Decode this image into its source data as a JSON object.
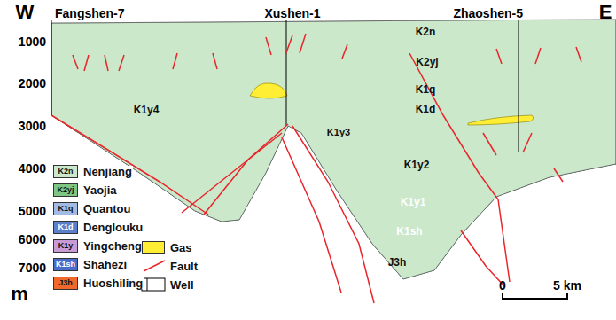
{
  "diagram": {
    "labels": [
      "W",
      "Fangshen-7",
      "Xushen-1",
      "Zhaoshen-5",
      "E",
      "1000",
      "2000",
      "3000",
      "4000",
      "5000",
      "6000",
      "7000",
      "m",
      "K2n",
      "K2yj",
      "K1q",
      "K1d",
      "K1y4",
      "K1y3",
      "K1y2",
      "K1y1",
      "K1sh",
      "J3h",
      "K2n",
      "K2yj",
      "K1q",
      "K1d",
      "K1y",
      "K1sh",
      "J3h",
      "0",
      "5 km"
    ],
    "legend": [
      {
        "text": "Nenjiang",
        "color": "#cbe8cb"
      },
      {
        "text": "Yaojia",
        "color": "#7ec683"
      },
      {
        "text": "Quantou",
        "color": "#a2bbe4"
      },
      {
        "text": "Denglouku",
        "color": "#5a7fcc"
      },
      {
        "text": "Yingcheng",
        "color": "#c99bd6"
      },
      {
        "text": "Shahezi",
        "color": "#4a6ccb"
      },
      {
        "text": "Huoshiling",
        "color": "#f0692a"
      },
      {
        "text": "Gas",
        "color": "#ffee33"
      },
      {
        "text": "Fault"
      },
      {
        "text": "Well"
      }
    ]
  }
}
